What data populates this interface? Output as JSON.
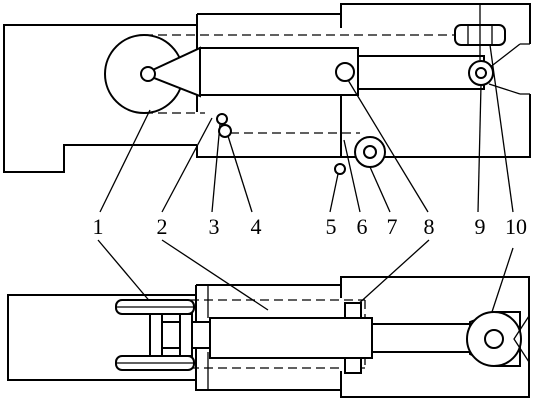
{
  "labels": {
    "n1": "1",
    "n2": "2",
    "n3": "3",
    "n4": "4",
    "n5": "5",
    "n6": "6",
    "n7": "7",
    "n8": "8",
    "n9": "9",
    "n10": "10",
    "b1": "1",
    "b2": "2",
    "b8": "8",
    "b10": "10"
  }
}
